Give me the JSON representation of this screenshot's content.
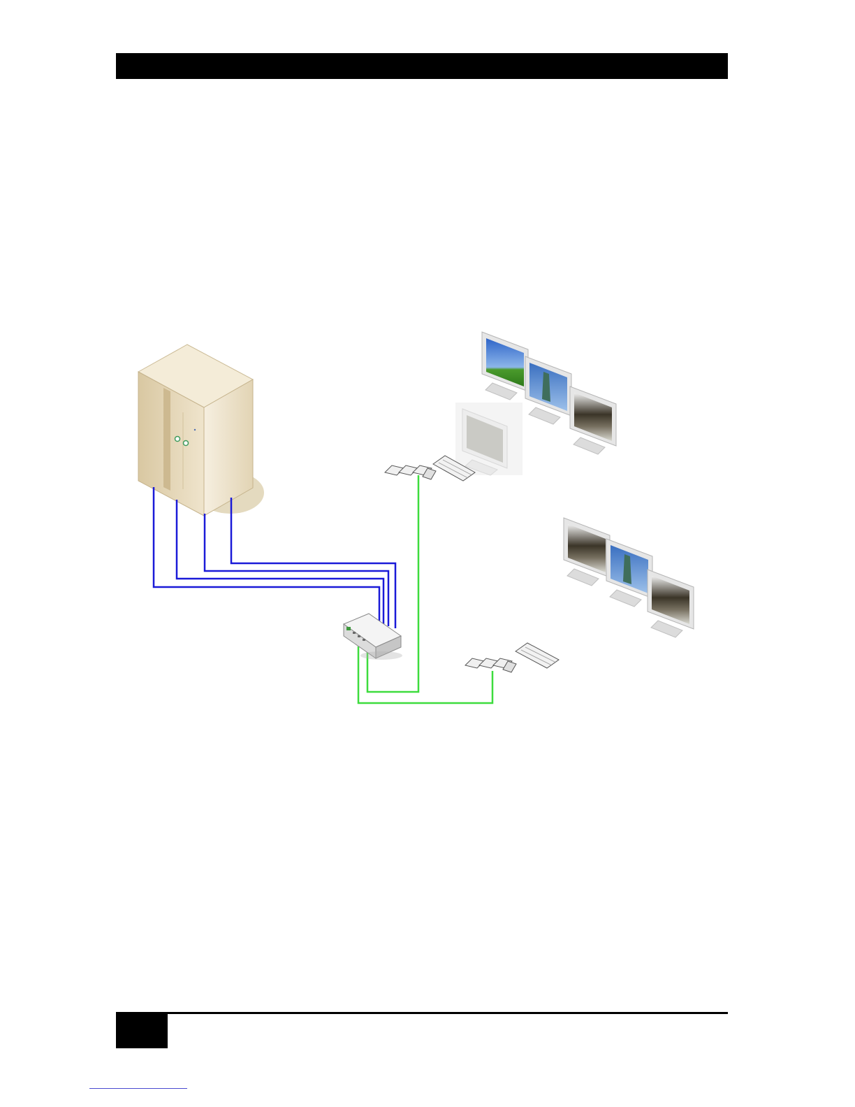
{
  "colors": {
    "header": "#000000",
    "video_cable": "#1a1ad8",
    "catx_cable": "#3ddc3d",
    "server_body": "#e6d8b8",
    "monitor_frame": "#e4e4e4",
    "link_underline": "#4a4ad0"
  },
  "diagram": {
    "nodes": [
      {
        "id": "server",
        "kind": "server-tower",
        "icon": "server-icon"
      },
      {
        "id": "extender",
        "kind": "kvm-extender-transmitter",
        "icon": "hub-icon"
      },
      {
        "id": "remote1",
        "kind": "user-station",
        "icon": "keyboard-mouse-icon",
        "monitors": 3
      },
      {
        "id": "remote2",
        "kind": "user-station",
        "icon": "keyboard-mouse-icon",
        "monitors": 3
      }
    ],
    "links": [
      {
        "from": "server",
        "to": "extender",
        "type": "video",
        "count": 4
      },
      {
        "from": "extender",
        "to": "remote1",
        "type": "catx",
        "count": 1
      },
      {
        "from": "extender",
        "to": "remote2",
        "type": "catx",
        "count": 1
      }
    ]
  }
}
